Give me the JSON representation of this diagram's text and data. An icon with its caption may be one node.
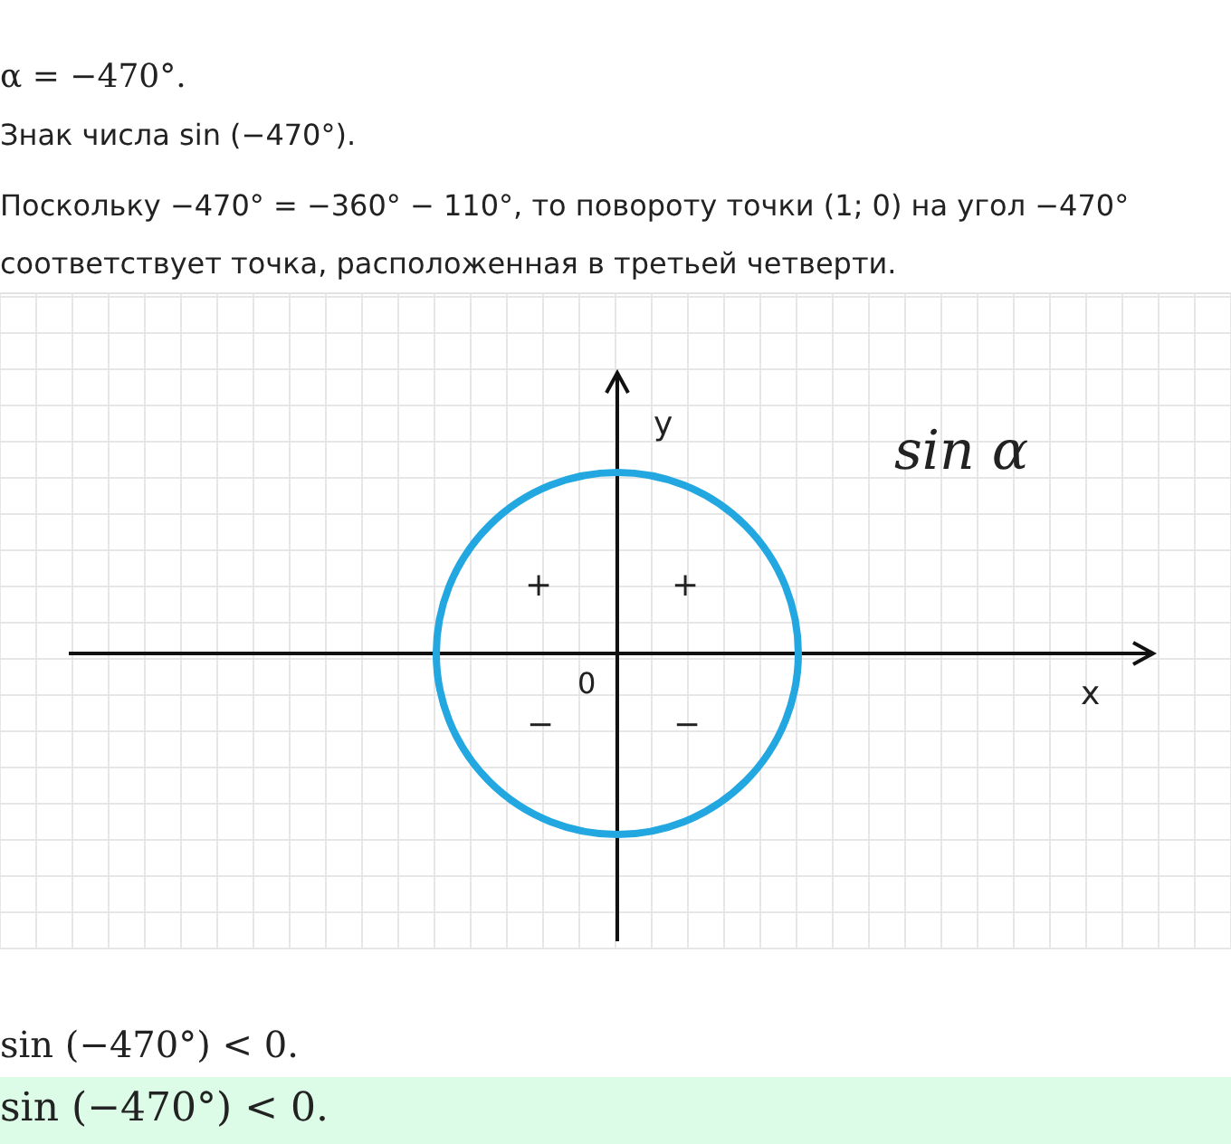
{
  "diagram": {
    "labels": [
      "α = −470°.",
      "Знак числа sin (−470°).",
      "Поскольку −470° = −360° − 110°, то повороту точки (1; 0) на угол −470° соответствует точка, расположенная в третьей четверти.",
      "y",
      "sin α",
      "+",
      "+",
      "0",
      "x",
      "−",
      "−",
      "sin (−470°) < 0.",
      "sin (−470°) < 0."
    ]
  }
}
